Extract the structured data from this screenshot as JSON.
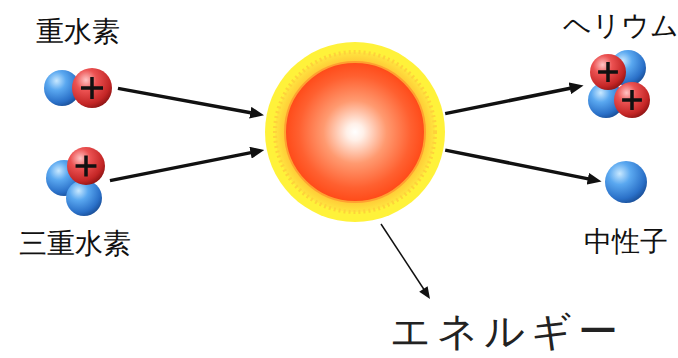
{
  "diagram": {
    "nodes": [
      {
        "text": [
          "重水素"
        ]
      },
      {
        "text": [
          "三重水素"
        ]
      },
      {
        "text": [
          "エネルギー"
        ]
      },
      {
        "text": [
          "ヘリウム"
        ]
      },
      {
        "text": [
          "中性子"
        ]
      }
    ],
    "edges": [
      {
        "from": 0,
        "to": 2,
        "arrow": "to"
      },
      {
        "from": 1,
        "to": 2,
        "arrow": "to"
      },
      {
        "from": 2,
        "to": 3,
        "arrow": "to"
      },
      {
        "from": 2,
        "to": 4,
        "arrow": "to"
      }
    ]
  }
}
